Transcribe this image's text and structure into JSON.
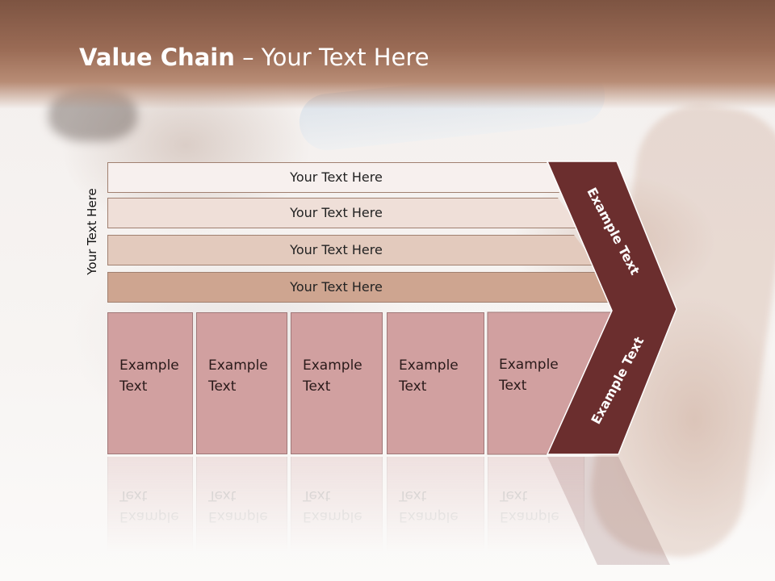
{
  "title": {
    "bold": "Value Chain",
    "rest": " – Your Text Here"
  },
  "side_label": "Your Text Here",
  "bands": [
    "Your Text Here",
    "Your Text Here",
    "Your Text Here",
    "Your Text Here"
  ],
  "boxes": [
    {
      "line1": "Example",
      "line2": "Text"
    },
    {
      "line1": "Example",
      "line2": "Text"
    },
    {
      "line1": "Example",
      "line2": "Text"
    },
    {
      "line1": "Example",
      "line2": "Text"
    },
    {
      "line1": "Example",
      "line2": "Text"
    }
  ],
  "chevron_labels": [
    "Example Text",
    "Example Text"
  ],
  "colors": {
    "header": "#8a5e4b",
    "chevron": "#6b2e2e",
    "box": "#d1a0a0"
  }
}
